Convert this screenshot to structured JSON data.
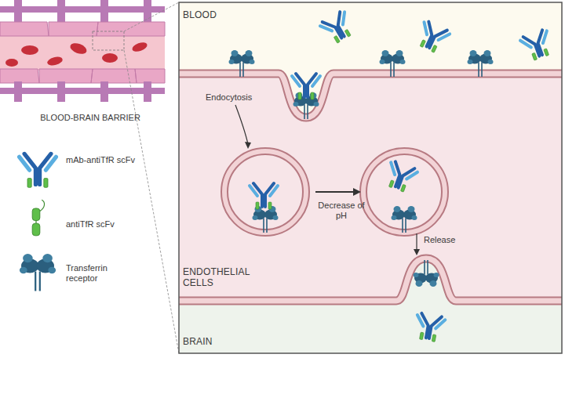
{
  "diagram": {
    "nodes": [
      {
        "text": [
          "BLOOD"
        ]
      },
      {
        "text": [
          "ENDOTHELIAL CELLS"
        ]
      },
      {
        "text": [
          "BRAIN"
        ]
      }
    ],
    "labels": [
      "BLOOD-BRAIN BARRIER",
      "Endocytosis",
      "Decrease of pH",
      "Release"
    ],
    "legend": [
      {
        "text": "mAb-antiTfR scFv"
      },
      {
        "text": "antiTfR scFv"
      },
      {
        "text": "Transferrin receptor"
      }
    ]
  }
}
